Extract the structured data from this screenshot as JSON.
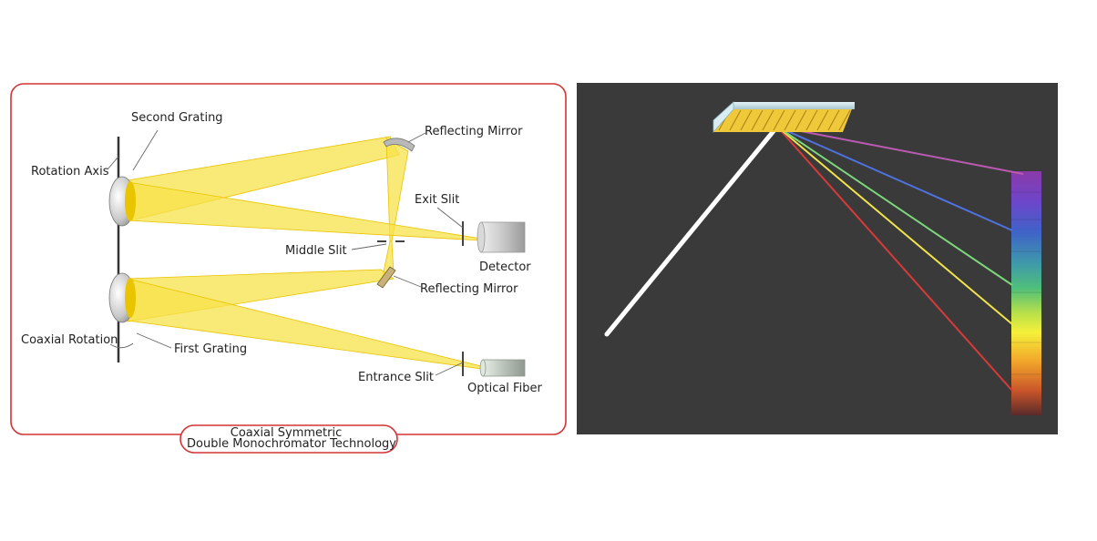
{
  "diagram": {
    "labels": {
      "second_grating": "Second Grating",
      "rotation_axis": "Rotation Axis",
      "reflecting_mirror_top": "Reflecting Mirror",
      "exit_slit": "Exit Slit",
      "middle_slit": "Middle Slit",
      "detector": "Detector",
      "reflecting_mirror_bottom": "Reflecting Mirror",
      "coaxial_rotation": "Coaxial Rotation",
      "first_grating": "First Grating",
      "entrance_slit": "Entrance Slit",
      "optical_fiber": "Optical Fiber"
    },
    "caption": {
      "line1": "Coaxial Symmetric",
      "line2": "Double Monochromator Technology"
    },
    "colors": {
      "frame": "#d33333",
      "beam": "#f7e24a",
      "beam_dark": "#e9c400",
      "background_right": "#3a3a3a"
    }
  },
  "spectrum": {
    "rays": [
      "white",
      "red",
      "yellow",
      "green",
      "blue",
      "violet"
    ]
  }
}
